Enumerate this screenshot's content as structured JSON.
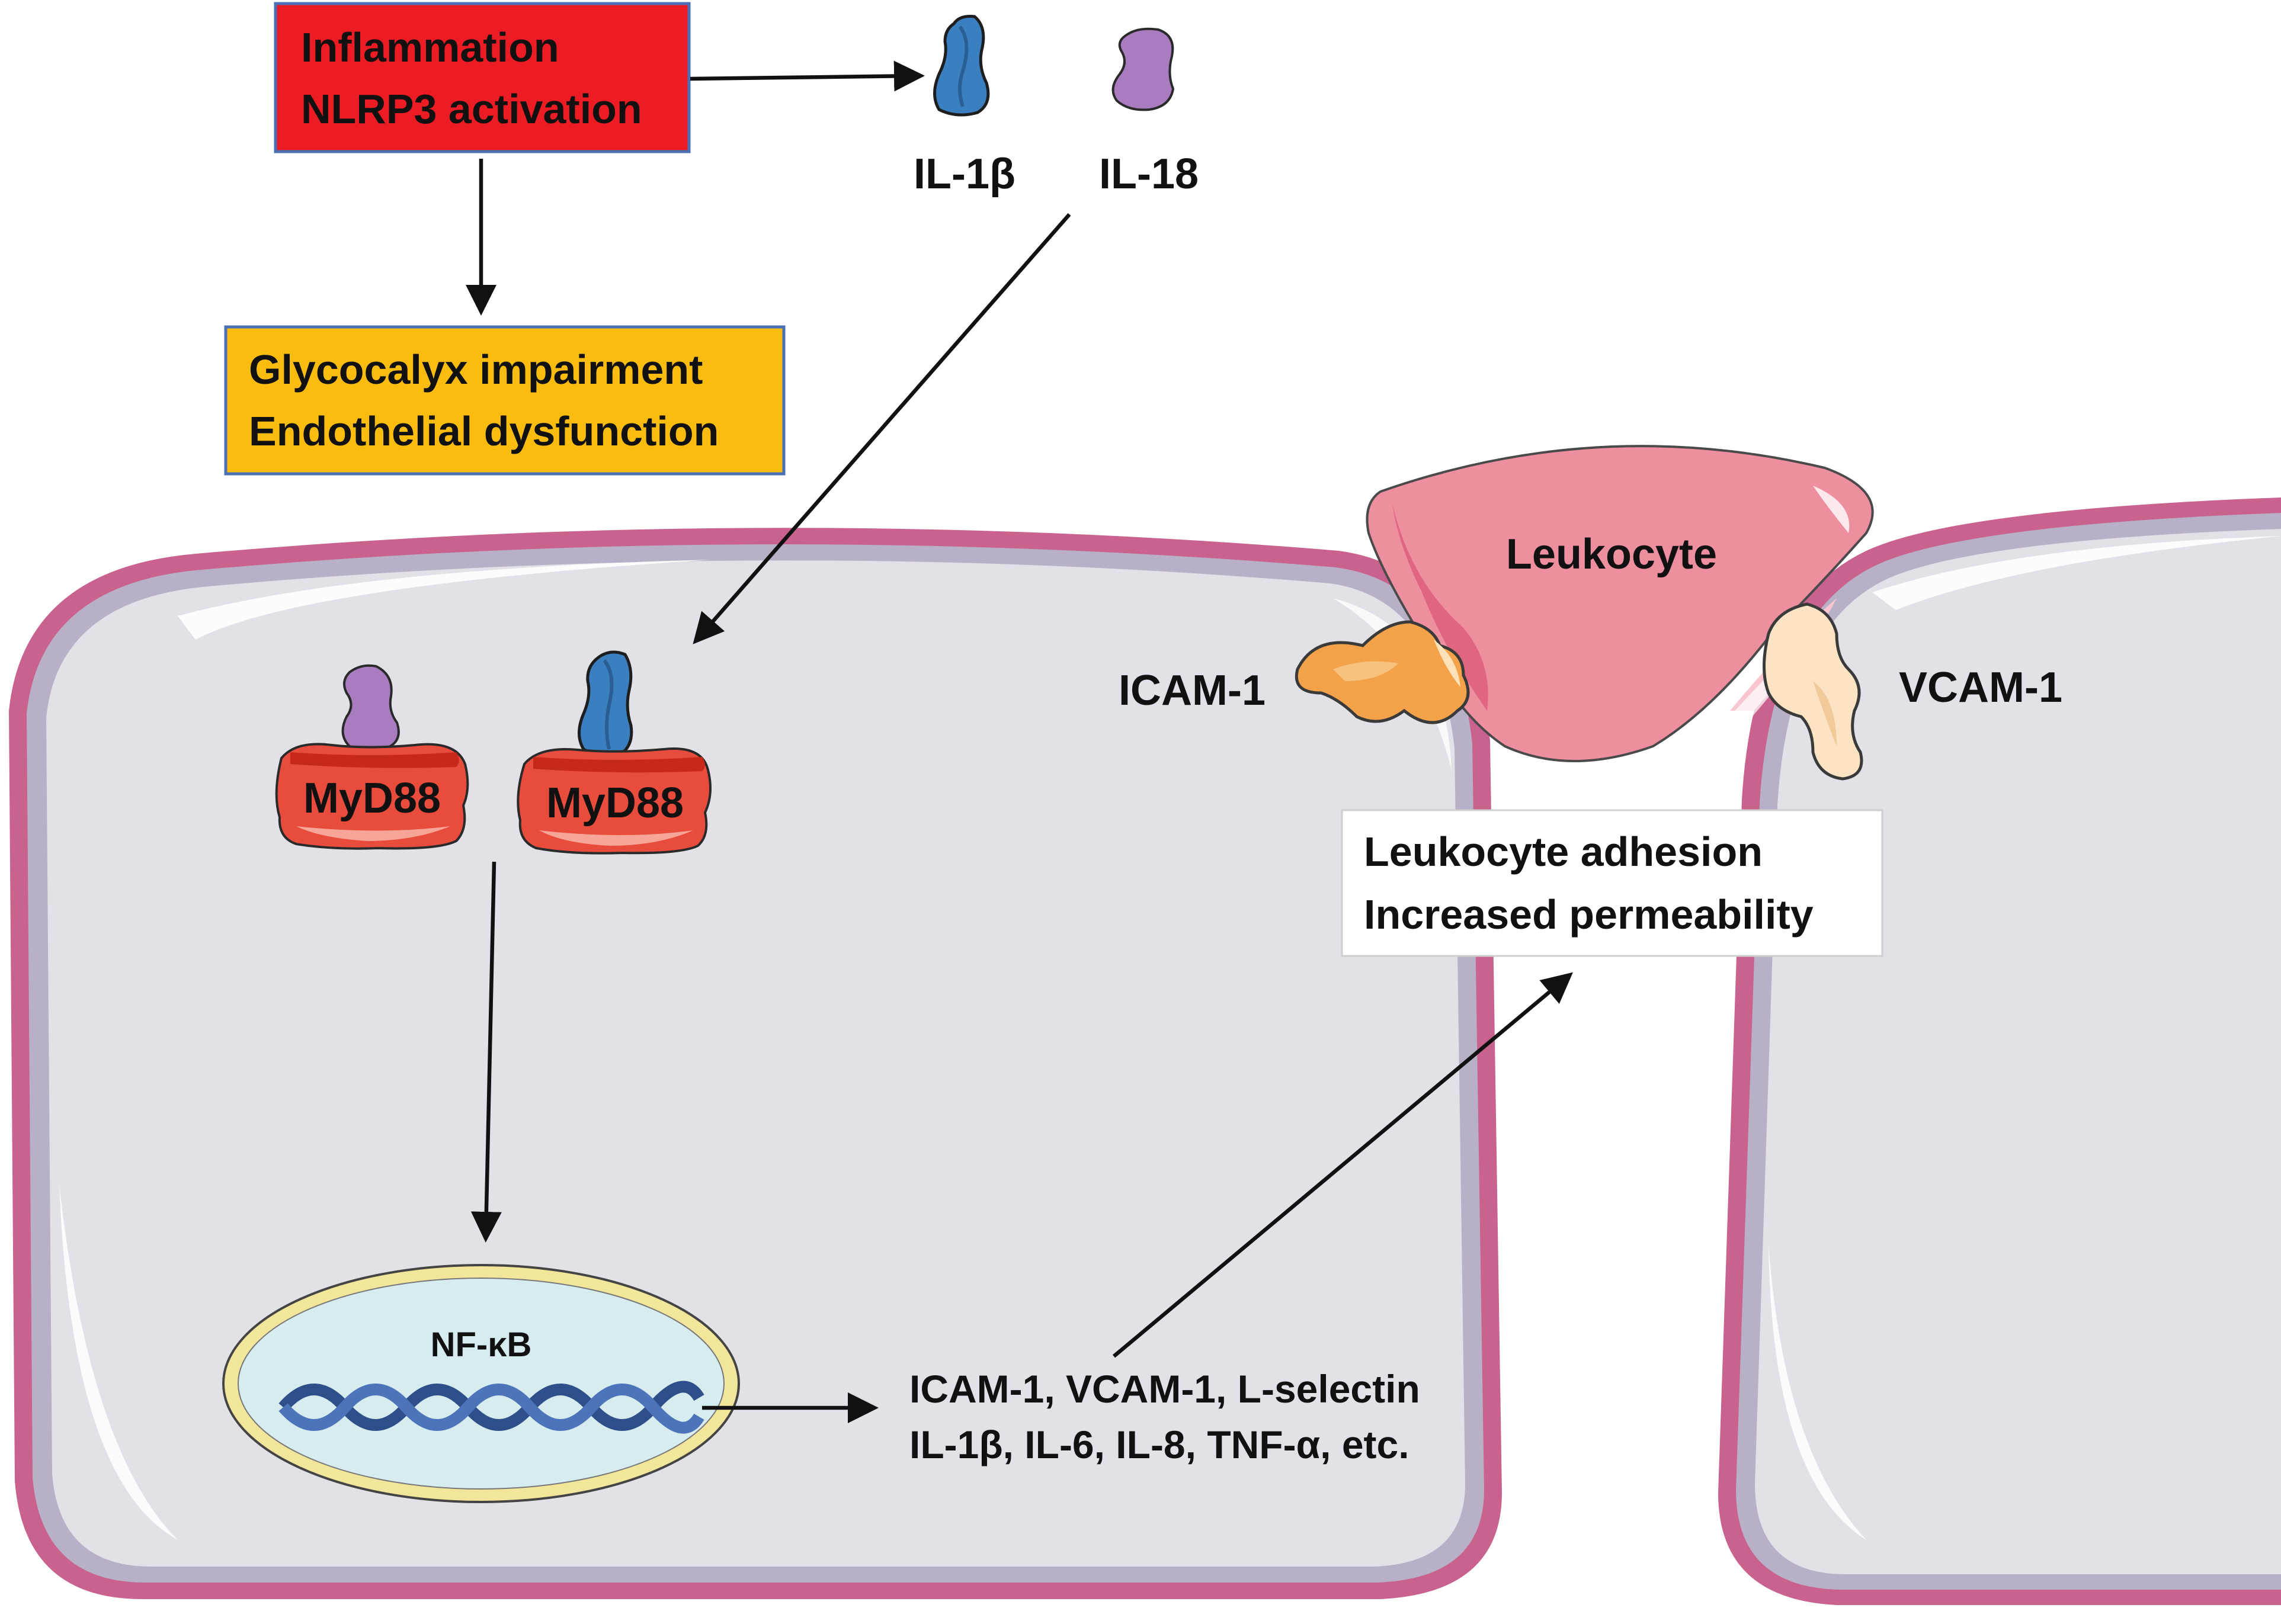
{
  "inflammation_box": {
    "line1": "Inflammation",
    "line2": "NLRP3 activation",
    "fill": "#ec1c24",
    "border": "#4a6fb5"
  },
  "glycocalyx_box": {
    "line1": "Glycocalyx impairment",
    "line2": "Endothelial dysfunction",
    "fill": "#fbbc10",
    "border": "#4a6fb5"
  },
  "cytokines": {
    "il1b_label": "IL-1β",
    "il18_label": "IL-18",
    "il1b_color": "#3a80c0",
    "il18_color": "#a97cc0"
  },
  "receptors": {
    "left_label": "MyD88",
    "right_label": "MyD88",
    "color": "#e84c3c"
  },
  "nucleus": {
    "label": "NF-κB",
    "fill": "#d6ecef",
    "ring": "#f2e69a"
  },
  "gene_products": {
    "line1": "ICAM-1, VCAM-1, L-selectin",
    "line2": "IL-1β, IL-6, IL-8, TNF-α, etc."
  },
  "leukocyte": {
    "label": "Leukocyte",
    "color": "#ee8fa0"
  },
  "adhesion_molecules": {
    "icam_label": "ICAM-1",
    "vcam_label": "VCAM-1",
    "icam_color": "#f3a24a",
    "vcam_color": "#fbe3c4"
  },
  "outcome_box": {
    "line1": "Leukocyte adhesion",
    "line2": "Increased permeability"
  },
  "cells": {
    "membrane_color": "#c9628c",
    "cytoplasm_color": "#e2e1e7"
  }
}
